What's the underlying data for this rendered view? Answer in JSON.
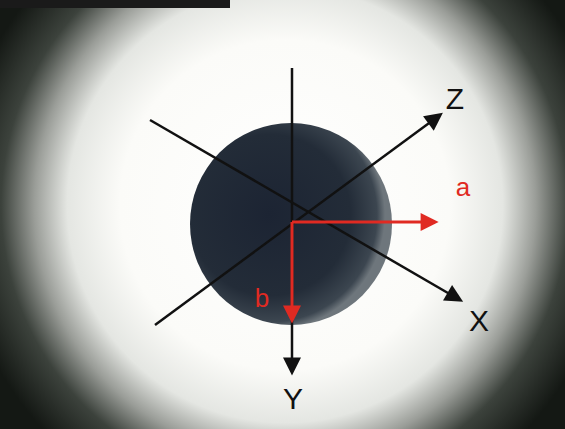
{
  "diagram": {
    "labels": [
      "Z",
      "a",
      "b",
      "X",
      "Y"
    ]
  }
}
